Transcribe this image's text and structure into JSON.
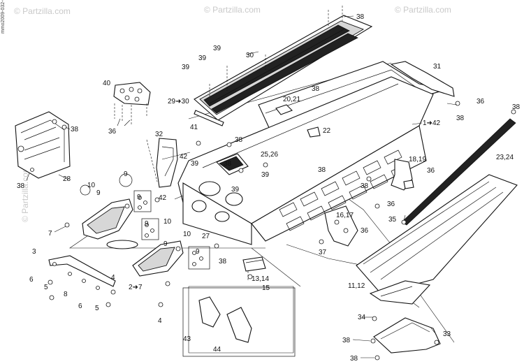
{
  "watermark": {
    "site": "© Partzilla.com",
    "side_code": "mmo2009-032-001_a"
  },
  "labels": [
    {
      "id": "l38a",
      "text": "38"
    },
    {
      "id": "l30",
      "text": "30"
    },
    {
      "id": "l39a",
      "text": "39"
    },
    {
      "id": "l39b",
      "text": "39"
    },
    {
      "id": "l39c",
      "text": "39"
    },
    {
      "id": "l31",
      "text": "31"
    },
    {
      "id": "l40",
      "text": "40"
    },
    {
      "id": "l29",
      "text": "29➜30"
    },
    {
      "id": "l38b",
      "text": "38"
    },
    {
      "id": "l20",
      "text": "20,21"
    },
    {
      "id": "l36a",
      "text": "36"
    },
    {
      "id": "l38c",
      "text": "38"
    },
    {
      "id": "l38d",
      "text": "38"
    },
    {
      "id": "l36b",
      "text": "36"
    },
    {
      "id": "l41",
      "text": "41"
    },
    {
      "id": "l1",
      "text": "1➜42"
    },
    {
      "id": "l38e",
      "text": "38"
    },
    {
      "id": "l32",
      "text": "32"
    },
    {
      "id": "l22",
      "text": "22"
    },
    {
      "id": "l38f",
      "text": "38"
    },
    {
      "id": "l42a",
      "text": "42"
    },
    {
      "id": "l39d",
      "text": "39"
    },
    {
      "id": "l25",
      "text": "25,26"
    },
    {
      "id": "l23",
      "text": "23,24"
    },
    {
      "id": "l38g",
      "text": "38"
    },
    {
      "id": "l28",
      "text": "28"
    },
    {
      "id": "l39e",
      "text": "39"
    },
    {
      "id": "l18",
      "text": "18,19"
    },
    {
      "id": "l9a",
      "text": "9"
    },
    {
      "id": "l10a",
      "text": "10"
    },
    {
      "id": "l9b",
      "text": "9"
    },
    {
      "id": "l38h",
      "text": "38"
    },
    {
      "id": "l36c",
      "text": "36"
    },
    {
      "id": "l39f",
      "text": "39"
    },
    {
      "id": "l38i",
      "text": "38"
    },
    {
      "id": "l38j",
      "text": "38"
    },
    {
      "id": "l42b",
      "text": "42"
    },
    {
      "id": "l9c",
      "text": "9"
    },
    {
      "id": "l36d",
      "text": "36"
    },
    {
      "id": "l16",
      "text": "16,17"
    },
    {
      "id": "l35",
      "text": "35"
    },
    {
      "id": "l7a",
      "text": "7"
    },
    {
      "id": "l9d",
      "text": "9"
    },
    {
      "id": "l10b",
      "text": "10"
    },
    {
      "id": "l27",
      "text": "27"
    },
    {
      "id": "l36e",
      "text": "36"
    },
    {
      "id": "l10c",
      "text": "10"
    },
    {
      "id": "l3",
      "text": "3"
    },
    {
      "id": "l9e",
      "text": "9"
    },
    {
      "id": "l37",
      "text": "37"
    },
    {
      "id": "l9f",
      "text": "9"
    },
    {
      "id": "l38k",
      "text": "38"
    },
    {
      "id": "l6a",
      "text": "6"
    },
    {
      "id": "l5a",
      "text": "5"
    },
    {
      "id": "l8",
      "text": "8"
    },
    {
      "id": "l4a",
      "text": "4"
    },
    {
      "id": "l13",
      "text": "13,14"
    },
    {
      "id": "l2",
      "text": "2➜7"
    },
    {
      "id": "l15",
      "text": "15"
    },
    {
      "id": "l11",
      "text": "11,12"
    },
    {
      "id": "l6b",
      "text": "6"
    },
    {
      "id": "l5b",
      "text": "5"
    },
    {
      "id": "l4b",
      "text": "4"
    },
    {
      "id": "l34",
      "text": "34"
    },
    {
      "id": "l43",
      "text": "43"
    },
    {
      "id": "l44",
      "text": "44"
    },
    {
      "id": "l33",
      "text": "33"
    },
    {
      "id": "l38l",
      "text": "38"
    },
    {
      "id": "l38m",
      "text": "38"
    }
  ]
}
